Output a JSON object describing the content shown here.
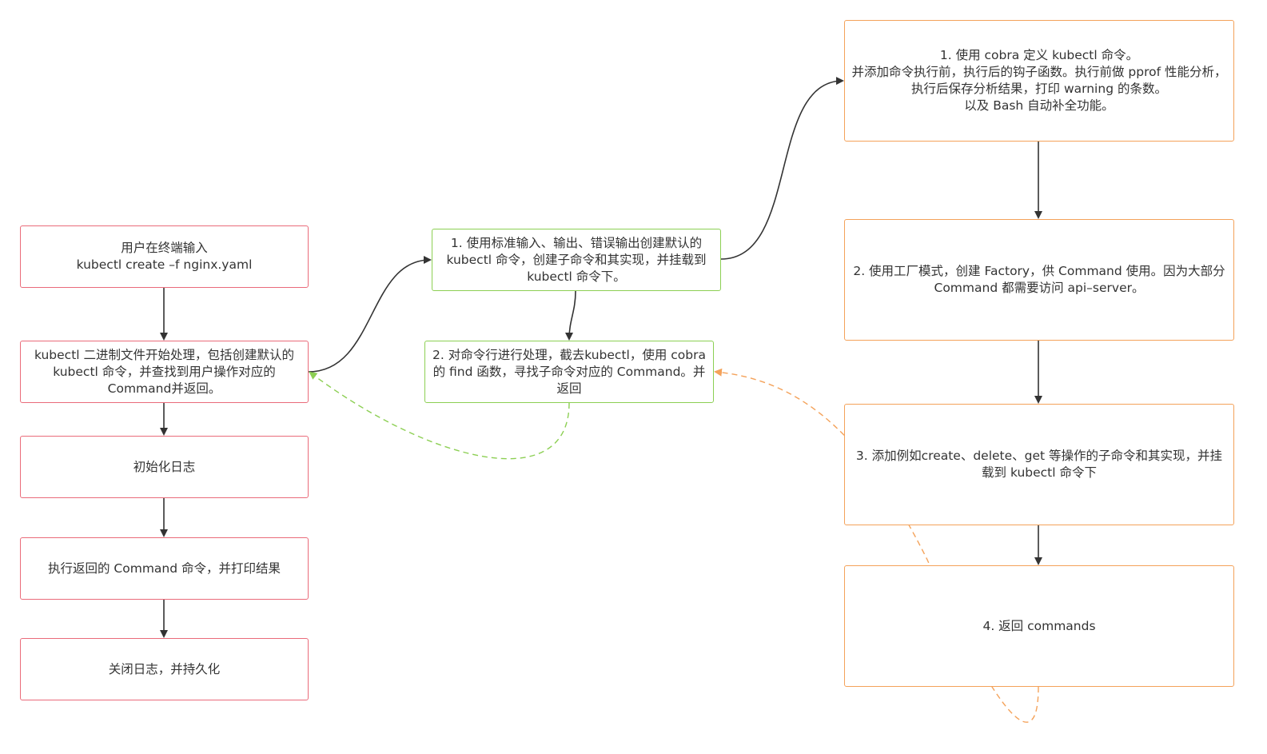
{
  "diagram": {
    "colors": {
      "red_border": "#ea6b7a",
      "green_border": "#8ccf53",
      "orange_border": "#f4a25a",
      "arrow": "#333333",
      "text": "#333333"
    },
    "main_flow": {
      "user_input": "用户在终端输入\nkubectl create –f nginx.yaml",
      "binary_process": "kubectl 二进制文件开始处理，包括创建默认的 kubectl 命令，并查找到用户操作对应的Command并返回。",
      "init_log": "初始化日志",
      "execute": "执行返回的 Command 命令，并打印结果",
      "close_log": "关闭日志，并持久化"
    },
    "middle_flow": {
      "create_cmd": "1. 使用标准输入、输出、错误输出创建默认的 kubectl 命令，创建子命令和其实现，并挂载到 kubectl 命令下。",
      "find_cmd": "2. 对命令行进行处理，截去kubectl，使用 cobra 的 find 函数，寻找子命令对应的 Command。并返回"
    },
    "right_flow": {
      "step1": "1. 使用 cobra 定义 kubectl 命令。\n并添加命令执行前，执行后的钩子函数。执行前做 pprof 性能分析，执行后保存分析结果，打印 warning 的条数。\n以及 Bash 自动补全功能。",
      "step2": "2. 使用工厂模式，创建 Factory，供 Command 使用。因为大部分 Command 都需要访问 api–server。",
      "step3": "3. 添加例如create、delete、get 等操作的子命令和其实现，并挂载到 kubectl 命令下",
      "step4": "4. 返回 commands"
    }
  }
}
